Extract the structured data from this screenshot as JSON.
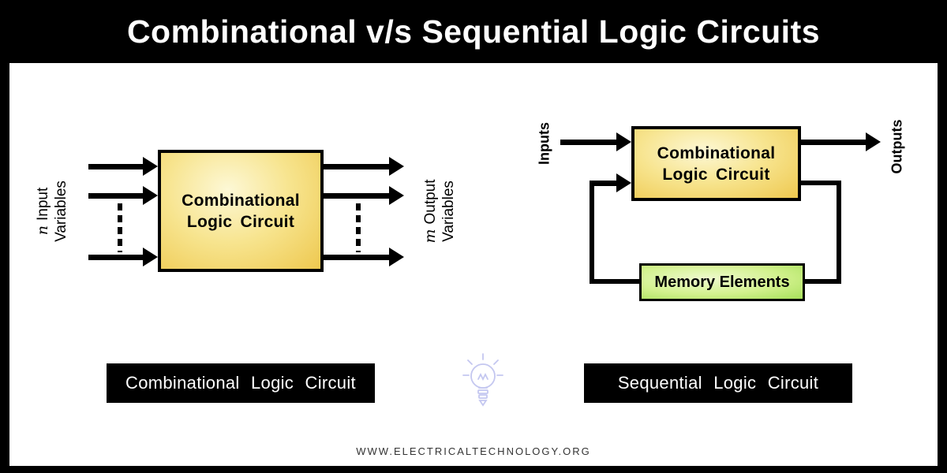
{
  "header": {
    "title": "Combinational v/s Sequential Logic Circuits"
  },
  "left": {
    "input": {
      "symbol": "n",
      "word": "Input",
      "line2": "Variables"
    },
    "box": {
      "line1": "Combinational",
      "line2": "Logic Circuit"
    },
    "output": {
      "symbol": "m",
      "word": "Output",
      "line2": "Variables"
    },
    "caption": "Combinational Logic Circuit"
  },
  "right": {
    "inputs_label": "Inputs",
    "box": {
      "line1": "Combinational",
      "line2": "Logic Circuit"
    },
    "memory_label": "Memory Elements",
    "outputs_label": "Outputs",
    "caption": "Sequential Logic Circuit"
  },
  "footer": {
    "site": "WWW.ELECTRICALTECHNOLOGY.ORG"
  },
  "icons": {
    "lightbulb": "lightbulb-watermark-icon"
  },
  "colors": {
    "frame": "#000000",
    "combinational_box_fill": "#eec84f",
    "combinational_box_light": "#fdf8d6",
    "memory_box_fill": "#a6e05a",
    "memory_box_light": "#effbcf",
    "caption_bg": "#000000",
    "caption_text": "#ffffff",
    "bulb_stroke": "#c4c7f0"
  }
}
